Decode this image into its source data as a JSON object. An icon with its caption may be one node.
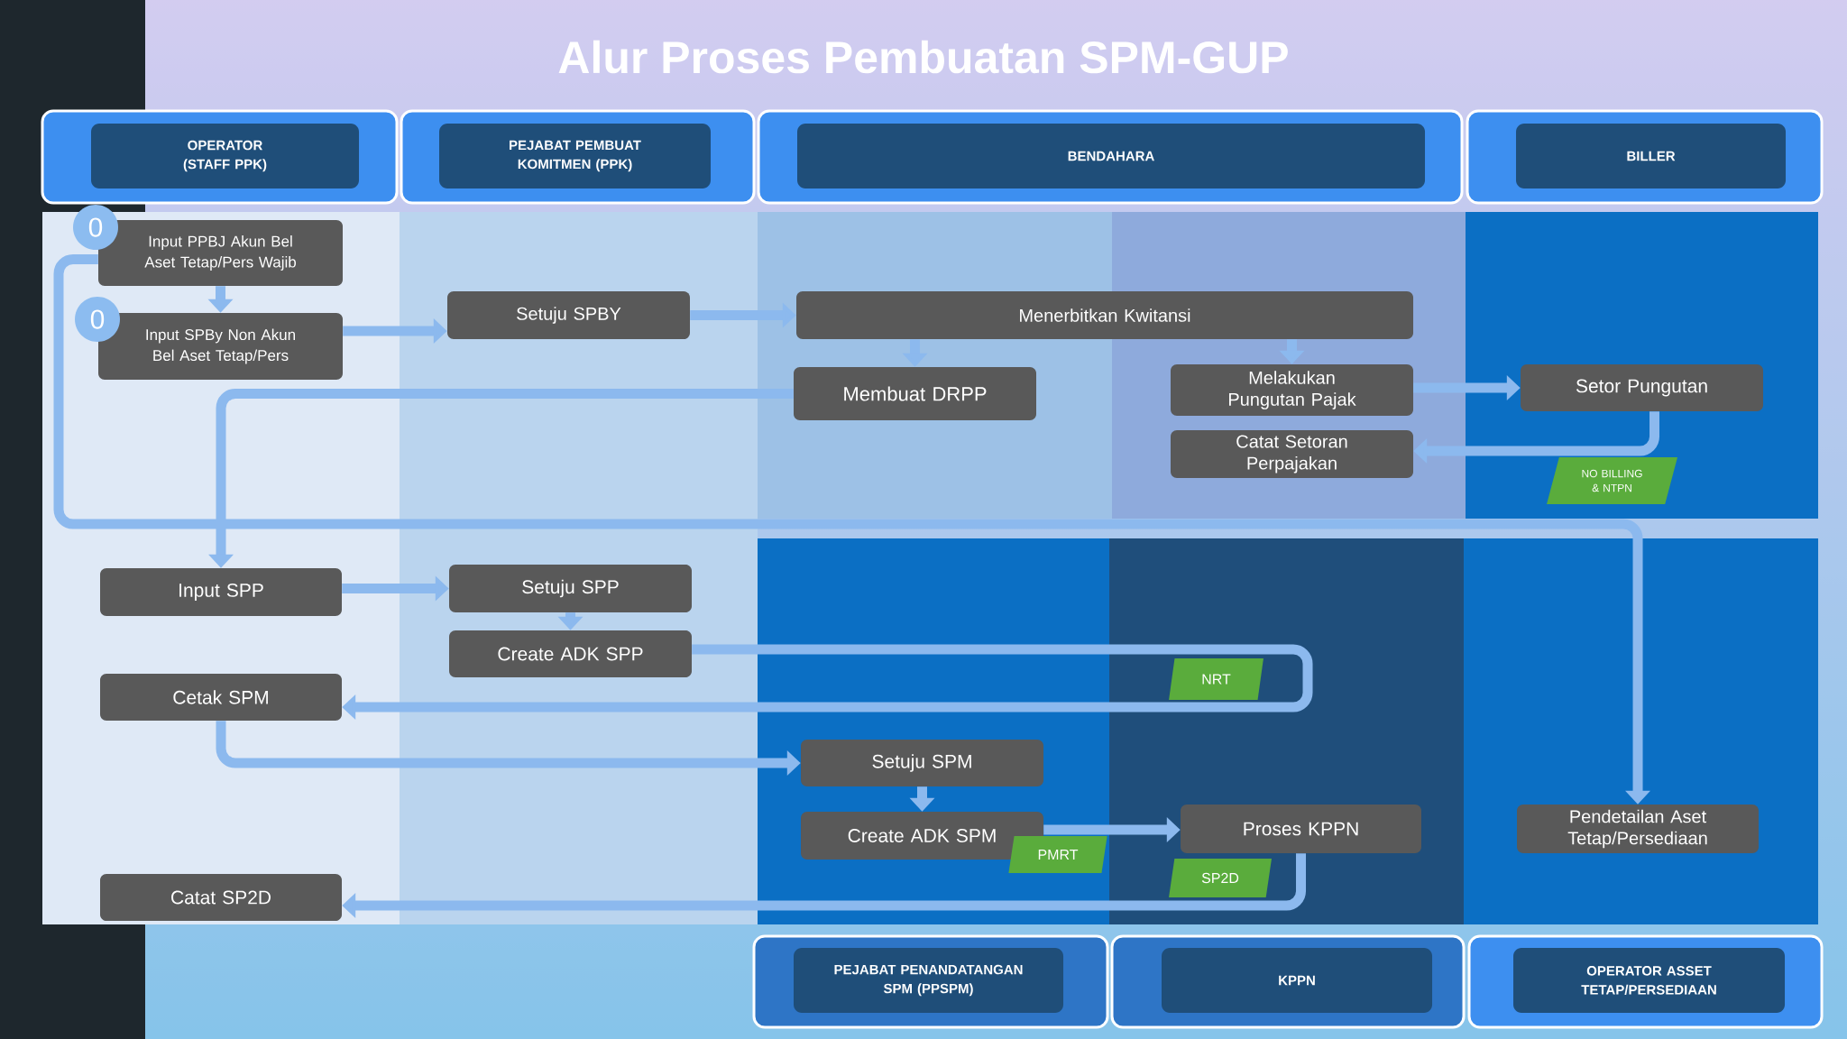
{
  "diagram": {
    "title": "Alur Proses Pembuatan SPM-GUP",
    "nodes": [
      {
        "text": [
          "OPERATOR (STAFF PPK)"
        ]
      },
      {
        "text": [
          "PEJABAT PEMBUAT KOMITMEN (PPK)"
        ]
      },
      {
        "text": [
          "BENDAHARA"
        ]
      },
      {
        "text": [
          "BILLER"
        ]
      },
      {
        "text": [
          "0"
        ]
      },
      {
        "text": [
          "Input PPBJ Akun Bel Aset Tetap/Pers Wajib"
        ]
      },
      {
        "text": [
          "0"
        ]
      },
      {
        "text": [
          "Input SPBy Non Akun Bel Aset Tetap/Pers"
        ]
      },
      {
        "text": [
          "Setuju SPBY"
        ]
      },
      {
        "text": [
          "Menerbitkan Kwitansi"
        ]
      },
      {
        "text": [
          "Membuat DRPP"
        ]
      },
      {
        "text": [
          "Melakukan Pungutan Pajak"
        ]
      },
      {
        "text": [
          "Setor Pungutan"
        ]
      },
      {
        "text": [
          "Catat Setoran Perpajakan"
        ]
      },
      {
        "text": [
          "NO BILLING & NTPN"
        ]
      },
      {
        "text": [
          "Input SPP"
        ]
      },
      {
        "text": [
          "Setuju SPP"
        ]
      },
      {
        "text": [
          "Create ADK SPP"
        ]
      },
      {
        "text": [
          "Cetak SPM"
        ]
      },
      {
        "text": [
          "NRT"
        ]
      },
      {
        "text": [
          "Setuju SPM"
        ]
      },
      {
        "text": [
          "Create ADK SPM"
        ]
      },
      {
        "text": [
          "PMRT"
        ]
      },
      {
        "text": [
          "Proses KPPN"
        ]
      },
      {
        "text": [
          "SP2D"
        ]
      },
      {
        "text": [
          "Pendetailan Aset Tetap/Persediaan"
        ]
      },
      {
        "text": [
          "Catat SP2D"
        ]
      },
      {
        "text": [
          "PEJABAT PENANDATANGAN SPM (PPSPM)"
        ]
      },
      {
        "text": [
          "KPPN"
        ]
      },
      {
        "text": [
          "OPERATOR ASSET TETAP/PERSEDIAAN"
        ]
      }
    ],
    "edges": [
      {
        "from": 5,
        "to": 7,
        "arrow": "to"
      },
      {
        "from": 7,
        "to": 8,
        "arrow": "to"
      },
      {
        "from": 8,
        "to": 9,
        "arrow": "to"
      },
      {
        "from": 9,
        "to": 10,
        "arrow": "to"
      },
      {
        "from": 9,
        "to": 11,
        "arrow": "to"
      },
      {
        "from": 11,
        "to": 12,
        "arrow": "to"
      },
      {
        "from": 12,
        "to": 13,
        "arrow": "to"
      },
      {
        "from": 10,
        "to": 15,
        "arrow": "to"
      },
      {
        "from": 5,
        "to": 25,
        "arrow": "to"
      },
      {
        "from": 15,
        "to": 16,
        "arrow": "to"
      },
      {
        "from": 16,
        "to": 17,
        "arrow": "to"
      },
      {
        "from": 17,
        "to": 18,
        "arrow": "to"
      },
      {
        "from": 18,
        "to": 20,
        "arrow": "to"
      },
      {
        "from": 20,
        "to": 21,
        "arrow": "to"
      },
      {
        "from": 21,
        "to": 23,
        "arrow": "to"
      },
      {
        "from": 23,
        "to": 26,
        "arrow": "to"
      }
    ]
  }
}
